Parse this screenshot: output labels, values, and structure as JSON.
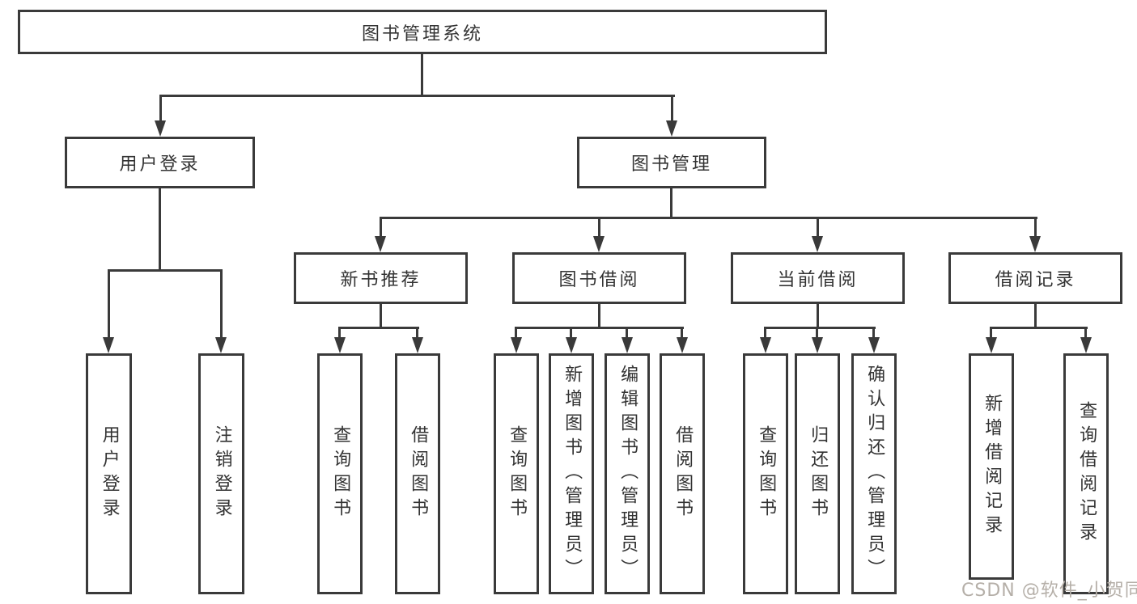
{
  "tree": {
    "label": "图书管理系统",
    "children": [
      {
        "label": "用户登录",
        "children": [
          {
            "label": "用户登录"
          },
          {
            "label": "注销登录"
          }
        ]
      },
      {
        "label": "图书管理",
        "children": [
          {
            "label": "新书推荐",
            "children": [
              {
                "label": "查询图书"
              },
              {
                "label": "借阅图书"
              }
            ]
          },
          {
            "label": "图书借阅",
            "children": [
              {
                "label": "查询图书"
              },
              {
                "label": "新增图书（管理员）"
              },
              {
                "label": "编辑图书（管理员）"
              },
              {
                "label": "借阅图书"
              }
            ]
          },
          {
            "label": "当前借阅",
            "children": [
              {
                "label": "查询图书"
              },
              {
                "label": "归还图书"
              },
              {
                "label": "确认归还（管理员）"
              }
            ]
          },
          {
            "label": "借阅记录",
            "children": [
              {
                "label": "新增借阅记录"
              },
              {
                "label": "查询借阅记录"
              }
            ]
          }
        ]
      }
    ]
  },
  "watermark": {
    "text": "CSDN @软件_小贺同学"
  },
  "colors": {
    "line": "#3a3a3a",
    "text": "#333333",
    "background": "#ffffff",
    "watermark": "#b5afa8"
  }
}
